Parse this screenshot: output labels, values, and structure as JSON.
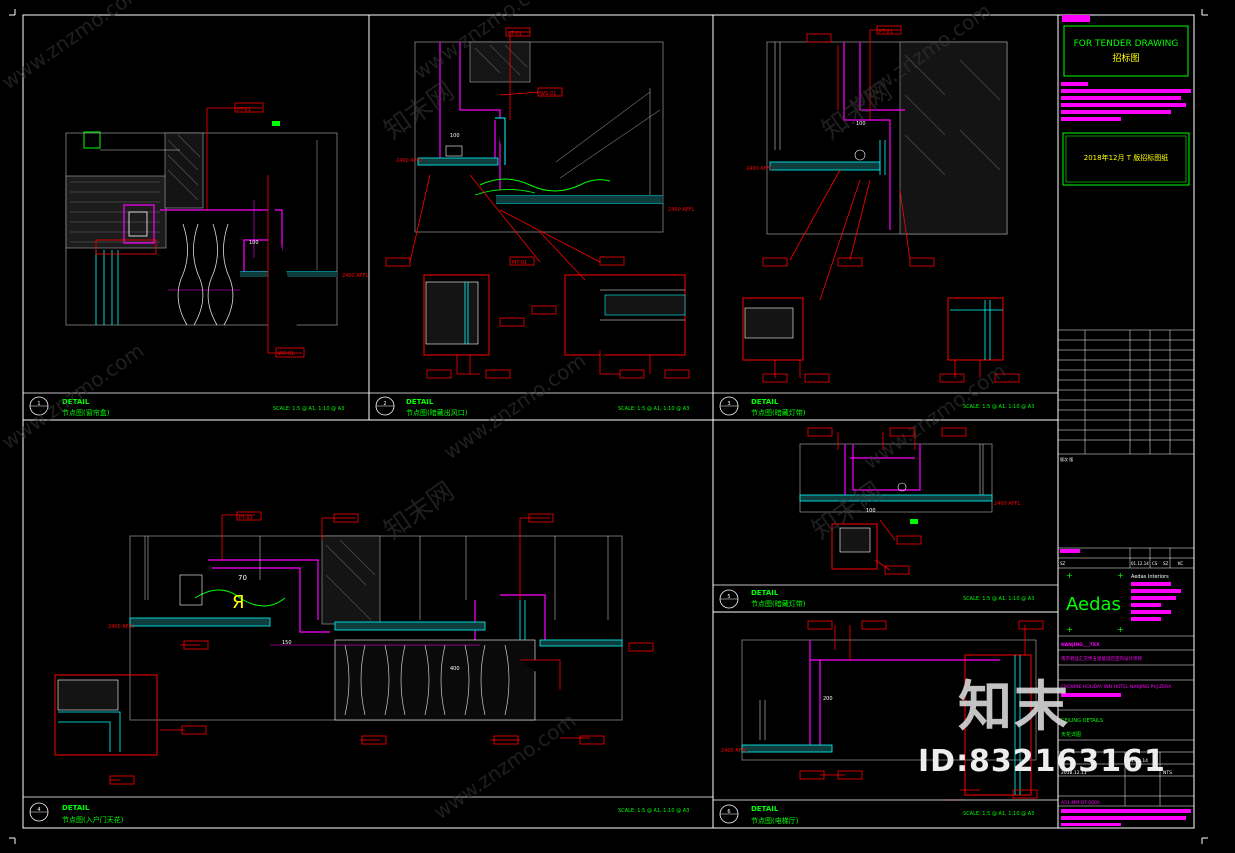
{
  "title_block": {
    "tender_en": "FOR TENDER DRAWING",
    "tender_cn": "招标图",
    "status_cn": "2018年12月 T 版招标图纸",
    "company": "Aedas",
    "company_sub": "Aedas Interiors",
    "project_code": "NANJING___TXX",
    "project_cn": "南京君品汇交界五星级酒店室内设计项目",
    "project_en": "CROWNE HOLIDAY INN HOTEL NANJING PVJ.ZERA",
    "drawing_title_en": "CEILING DETAILS",
    "drawing_title_cn": "天花详图",
    "date": "01.12.14",
    "code": "A51-MM-DT-0000",
    "rev_date": "2018.12.11",
    "sig_1": "CS",
    "sig_2": "SZ",
    "sig_3": "KC",
    "rev_row_label": "SZ",
    "nts": "NTS",
    "label_a": "版次 版"
  },
  "details": [
    {
      "num": "1",
      "label": "DETAIL",
      "title": "节点图(窗帘盒)",
      "scale": "SCALE: 1:5 @ A1, 1:10 @ A3"
    },
    {
      "num": "2",
      "label": "DETAIL",
      "title": "节点图(暗藏出风口)",
      "scale": "SCALE: 1:5 @ A1, 1:10 @ A3"
    },
    {
      "num": "3",
      "label": "DETAIL",
      "title": "节点图(暗藏灯带)",
      "scale": "SCALE: 1:5 @ A1, 1:10 @ A3"
    },
    {
      "num": "4",
      "label": "DETAIL",
      "title": "节点图(入户门天花)",
      "scale": "SCALE: 1:5 @ A1, 1:10 @ A3"
    },
    {
      "num": "5",
      "label": "DETAIL",
      "title": "节点图(暗藏灯带)",
      "scale": "SCALE: 1:5 @ A1, 1:10 @ A3"
    },
    {
      "num": "6",
      "label": "DETAIL",
      "title": "节点图(电梯厅)",
      "scale": "SCALE: 1:5 @ A1, 1:10 @ A3"
    }
  ],
  "tags": {
    "pt": "PT-01",
    "mt": "MT-01",
    "ws": "WS-01",
    "gl": "GL-01",
    "afl": "2400 AFFL",
    "d100": "100",
    "d150": "150",
    "d200": "200",
    "d70": "70",
    "d400": "400"
  },
  "watermark": {
    "site": "www.znzmo.com",
    "brand_cn": "知末网",
    "logo": "知末",
    "id": "ID:832163161"
  },
  "colors": {
    "frame": "#ffffff",
    "detail_text": "#00ff00",
    "leader": "#ff0000",
    "accent": "#ff00ff",
    "fill": "#00ffff"
  }
}
